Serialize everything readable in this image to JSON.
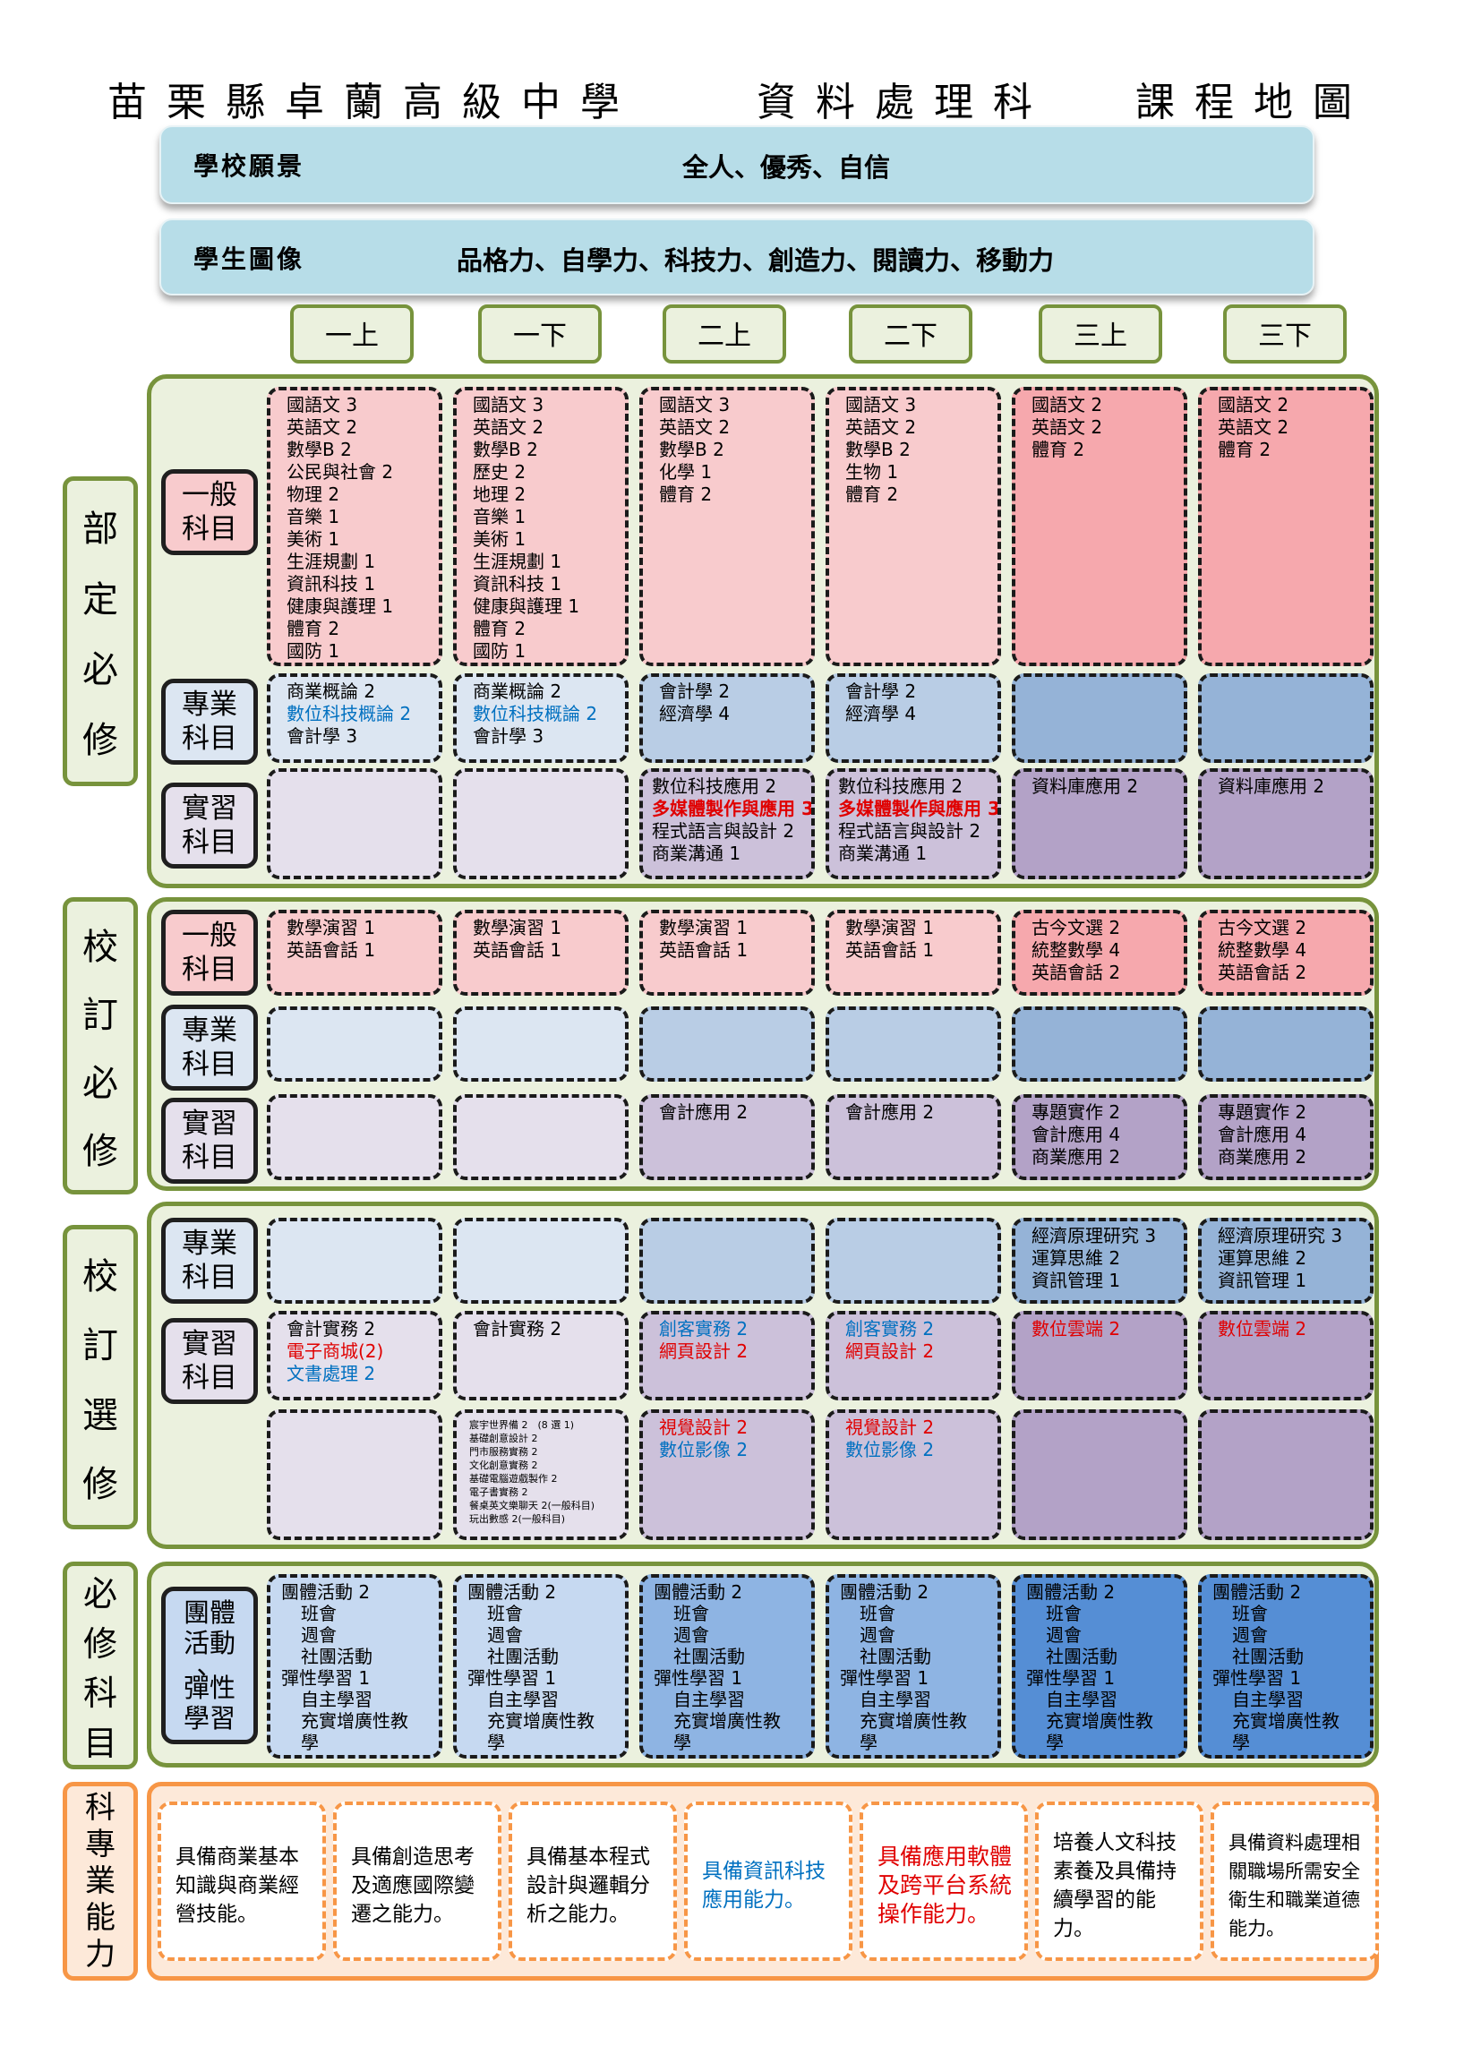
{
  "title": {
    "school": "苗栗縣卓蘭高級中學",
    "department": "資料處理科",
    "doc": "課程地圖"
  },
  "vision": {
    "label": "學校願景",
    "value": "全人、優秀、自信"
  },
  "portrait": {
    "label": "學生圖像",
    "value": "品格力、自學力、科技力、創造力、閱讀力、移動力"
  },
  "semesters": [
    "一上",
    "一下",
    "二上",
    "二下",
    "三上",
    "三下"
  ],
  "sections": {
    "required_dept": {
      "label": [
        "部",
        "定",
        "必",
        "修"
      ],
      "rows": {
        "general": {
          "label": [
            "一般",
            "科目"
          ],
          "cells": [
            [
              "國語文 3",
              "英語文 2",
              "數學B 2",
              "公民與社會 2",
              "物理 2",
              "音樂 1",
              "美術 1",
              "生涯規劃 1",
              "資訊科技 1",
              "健康與護理 1",
              "體育 2",
              "國防 1"
            ],
            [
              "國語文 3",
              "英語文 2",
              "數學B 2",
              "歷史 2",
              "地理 2",
              "音樂 1",
              "美術 1",
              "生涯規劃 1",
              "資訊科技 1",
              "健康與護理 1",
              "體育 2",
              "國防 1"
            ],
            [
              "國語文 3",
              "英語文 2",
              "數學B 2",
              "化學 1",
              "體育 2"
            ],
            [
              "國語文 3",
              "英語文 2",
              "數學B 2",
              "生物 1",
              "體育 2"
            ],
            [
              "國語文 2",
              "英語文 2",
              "體育 2"
            ],
            [
              "國語文 2",
              "英語文 2",
              "體育 2"
            ]
          ]
        },
        "professional": {
          "label": [
            "專業",
            "科目"
          ],
          "cells": [
            [
              "商業概論 2",
              "數位科技概論 2",
              "會計學 3"
            ],
            [
              "商業概論 2",
              "數位科技概論 2",
              "會計學 3"
            ],
            [
              "會計學 2",
              "經濟學 4"
            ],
            [
              "會計學 2",
              "經濟學 4"
            ],
            [],
            []
          ]
        },
        "practice": {
          "label": [
            "實習",
            "科目"
          ],
          "cells": [
            [],
            [],
            [
              "數位科技應用 2",
              "多媒體製作與應用 3",
              "程式語言與設計 2",
              "商業溝通 1"
            ],
            [
              "數位科技應用 2",
              "多媒體製作與應用 3",
              "程式語言與設計 2",
              "商業溝通 1"
            ],
            [
              "資料庫應用 2"
            ],
            [
              "資料庫應用 2"
            ]
          ]
        }
      }
    },
    "school_required": {
      "label": [
        "校",
        "訂",
        "必",
        "修"
      ],
      "rows": {
        "general": {
          "label": [
            "一般",
            "科目"
          ],
          "cells": [
            [
              "數學演習 1",
              "英語會話 1"
            ],
            [
              "數學演習 1",
              "英語會話 1"
            ],
            [
              "數學演習 1",
              "英語會話 1"
            ],
            [
              "數學演習 1",
              "英語會話 1"
            ],
            [
              "古今文選 2",
              "統整數學 4",
              "英語會話 2"
            ],
            [
              "古今文選 2",
              "統整數學 4",
              "英語會話 2"
            ]
          ]
        },
        "professional": {
          "label": [
            "專業",
            "科目"
          ],
          "cells": [
            [],
            [],
            [],
            [],
            [],
            []
          ]
        },
        "practice": {
          "label": [
            "實習",
            "科目"
          ],
          "cells": [
            [],
            [],
            [
              "會計應用 2"
            ],
            [
              "會計應用 2"
            ],
            [
              "專題實作 2",
              "會計應用 4",
              "商業應用 2"
            ],
            [
              "專題實作 2",
              "會計應用 4",
              "商業應用 2"
            ]
          ]
        }
      }
    },
    "school_elective": {
      "label": [
        "校",
        "訂",
        "選",
        "修"
      ],
      "rows": {
        "professional": {
          "label": [
            "專業",
            "科目"
          ],
          "cells": [
            [],
            [],
            [],
            [],
            [
              "經濟原理研究 3",
              "運算思維 2",
              "資訊管理 1"
            ],
            [
              "經濟原理研究 3",
              "運算思維 2",
              "資訊管理 1"
            ]
          ]
        },
        "practice": {
          "label": [
            "實習",
            "科目"
          ],
          "cells": [
            [
              "會計實務 2",
              "電子商城(2)",
              "文書處理 2"
            ],
            [
              "會計實務 2"
            ],
            [
              "創客實務 2",
              "網頁設計 2"
            ],
            [
              "創客實務 2",
              "網頁設計 2"
            ],
            [
              "數位雲端 2"
            ],
            [
              "數位雲端 2"
            ]
          ]
        },
        "practice_extra": {
          "cells": [
            [],
            [
              "宸宇世界備 2　(8 選 1)",
              "基礎創意設計 2",
              "門市服務實務 2",
              "文化創意實務 2",
              "基礎電腦遊戲製作 2",
              "電子書實務 2",
              "餐桌英文樂聊天 2(一般科目)",
              "玩出數感 2(一般科目)"
            ],
            [
              "視覺設計 2",
              "數位影像 2"
            ],
            [
              "視覺設計 2",
              "數位影像 2"
            ],
            [],
            []
          ]
        }
      }
    },
    "required_subjects": {
      "label": [
        "必",
        "修",
        "科",
        "目"
      ],
      "rows": {
        "group": {
          "label": [
            "團體",
            "活動",
            "、",
            "彈性",
            "學習"
          ],
          "lines": [
            "團體活動 2",
            "班會",
            "週會",
            "社團活動",
            "彈性學習 1",
            "自主學習",
            "充實增廣性教",
            "學"
          ]
        }
      }
    }
  },
  "competencies": {
    "label": [
      "科",
      "專",
      "業",
      "能",
      "力"
    ],
    "items": [
      "具備商業基本知識與商業經營技能。",
      "具備創造思考及適應國際變遷之能力。",
      "具備基本程式設計與邏輯分析之能力。",
      "具備資訊科技應用能力。",
      "具備應用軟體及跨平台系統操作能力。",
      "培養人文科技素養及具備持續學習的能力。",
      "具備資料處理相關職場所需安全衛生和職業道德能力。"
    ]
  },
  "colors": {
    "frame_green": "#77933c",
    "frame_orange": "#f79646",
    "band_blue": "#b7dde8",
    "text_blue": "#0070c0",
    "text_red": "#e00000"
  }
}
